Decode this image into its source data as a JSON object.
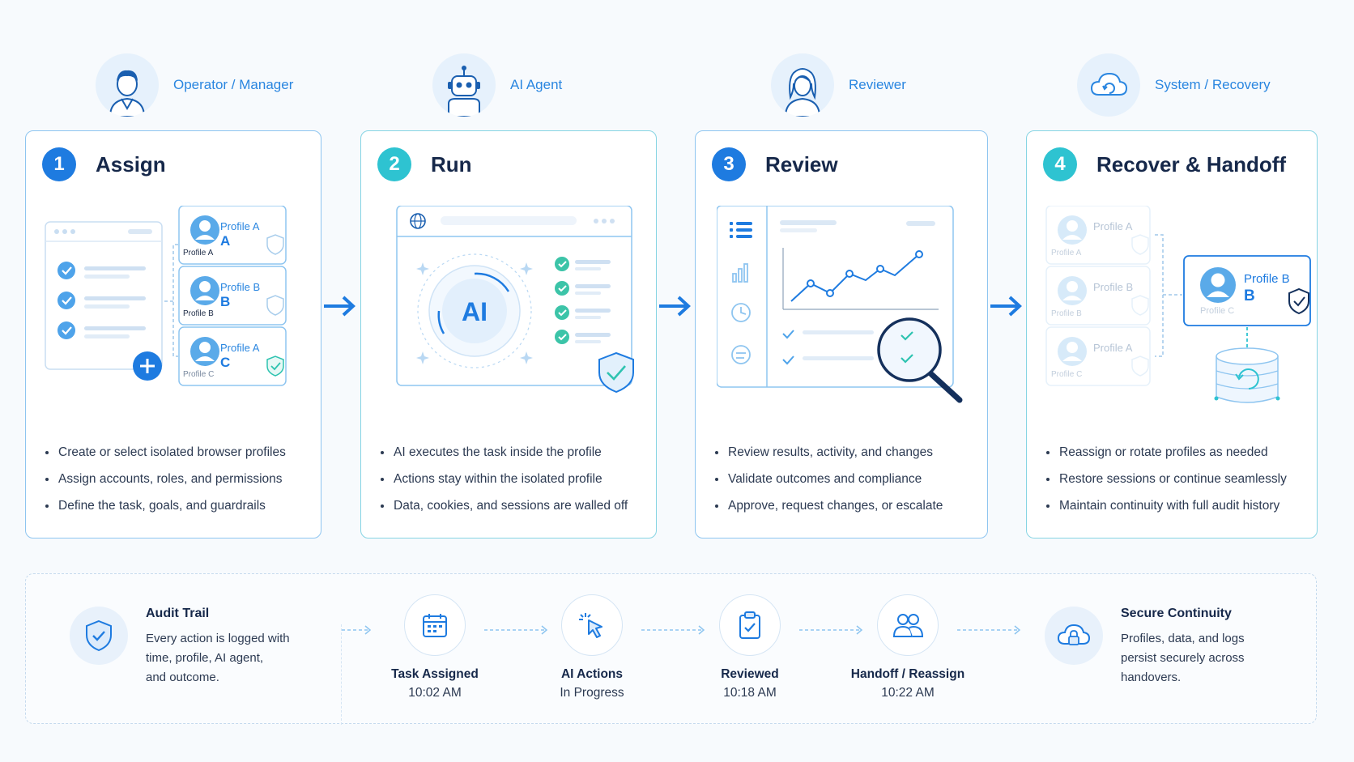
{
  "actors": [
    {
      "label": "Operator / Manager",
      "icon": "operator-icon"
    },
    {
      "label": "AI Agent",
      "icon": "robot-icon"
    },
    {
      "label": "Reviewer",
      "icon": "reviewer-icon"
    },
    {
      "label": "System / Recovery",
      "icon": "cloud-icon"
    }
  ],
  "stages": [
    {
      "number": "1",
      "title": "Assign",
      "profiles": [
        {
          "label": "Profile A",
          "letter": "A",
          "caption": "Profile A"
        },
        {
          "label": "Profile B",
          "letter": "B",
          "caption": "Profile B"
        },
        {
          "label": "Profile A",
          "letter": "C",
          "caption": "Profile C"
        }
      ],
      "bullets": [
        "Create or select isolated browser profiles",
        "Assign accounts, roles, and permissions",
        "Define the task, goals, and guardrails"
      ]
    },
    {
      "number": "2",
      "title": "Run",
      "ai_label": "AI",
      "bullets": [
        "AI executes the task inside the profile",
        "Actions stay within the isolated profile",
        "Data, cookies, and sessions are walled off"
      ]
    },
    {
      "number": "3",
      "title": "Review",
      "bullets": [
        "Review results, activity, and changes",
        "Validate outcomes and compliance",
        "Approve, request changes, or escalate"
      ]
    },
    {
      "number": "4",
      "title": "Recover & Handoff",
      "faded_profiles": [
        {
          "label": "Profile A",
          "caption": "Profile A"
        },
        {
          "label": "Profile B",
          "caption": "Profile B"
        },
        {
          "label": "Profile A",
          "caption": "Profile C"
        }
      ],
      "active_profile": {
        "label": "Profile B",
        "letter": "B",
        "caption": "Profile C"
      },
      "bullets": [
        "Reassign or rotate profiles as needed",
        "Restore sessions or continue seamlessly",
        "Maintain continuity with full audit history"
      ]
    }
  ],
  "timeline": {
    "audit": {
      "title": "Audit Trail",
      "desc_lines": [
        "Every action is logged with",
        "time, profile, AI agent,",
        "and outcome."
      ]
    },
    "steps": [
      {
        "label": "Task Assigned",
        "time": "10:02 AM",
        "icon": "calendar-icon"
      },
      {
        "label": "AI Actions",
        "time": "In Progress",
        "icon": "cursor-click-icon"
      },
      {
        "label": "Reviewed",
        "time": "10:18 AM",
        "icon": "clipboard-check-icon"
      },
      {
        "label": "Handoff / Reassign",
        "time": "10:22 AM",
        "icon": "users-icon"
      }
    ],
    "continuity": {
      "title": "Secure Continuity",
      "desc_lines": [
        "Profiles, data, and logs",
        "persist securely across",
        "handovers."
      ]
    }
  },
  "colors": {
    "primary": "#1e7be0",
    "teal": "#2ec3d1",
    "accent_text": "#2a86e0",
    "dark_text": "#16284a"
  }
}
